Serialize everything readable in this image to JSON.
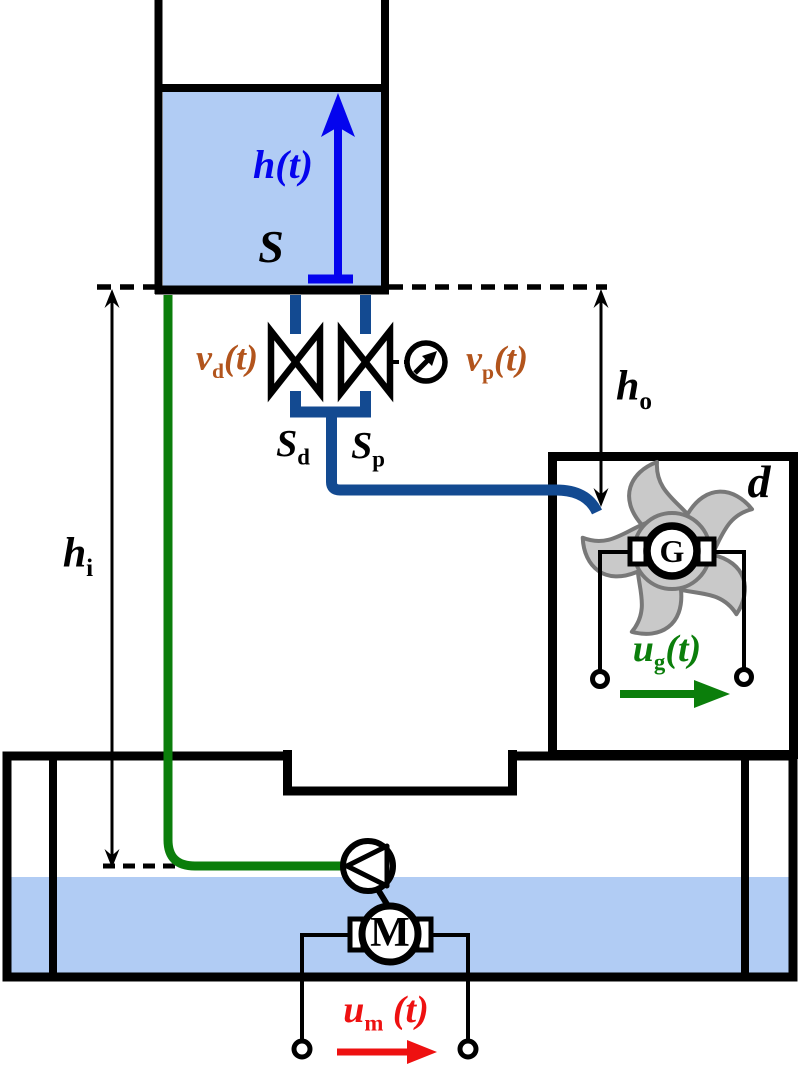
{
  "labels": {
    "h_level": {
      "main": "h",
      "suffix": "(t)"
    },
    "surface": {
      "main": "S"
    },
    "valve_d": {
      "main": "v",
      "sub": "d",
      "suffix": "(t)"
    },
    "valve_p": {
      "main": "v",
      "sub": "p",
      "suffix": "(t)"
    },
    "section_d": {
      "main": "S",
      "sub": "d"
    },
    "section_p": {
      "main": "S",
      "sub": "p"
    },
    "h_in": {
      "main": "h",
      "sub": "i"
    },
    "h_out": {
      "main": "h",
      "sub": "o"
    },
    "disturbance": {
      "main": "d"
    },
    "generator": {
      "main": "G"
    },
    "motor": {
      "main": "M"
    },
    "u_gen": {
      "main": "u",
      "sub": "g",
      "suffix": "(t)"
    },
    "u_mot": {
      "main": "u",
      "sub": "m",
      "suffix": " (t)"
    }
  },
  "colors": {
    "water": "#b1ccf4",
    "pipe_blue": "#134a91",
    "level_arrow_blue": "#0404ee",
    "inlet_pipe_green": "#0b7e0b",
    "valve_label_brown": "#b2541c",
    "motor_voltage_red": "#ee1111",
    "turbine_fill_gray": "#c9c9c9",
    "turbine_stroke_gray": "#787878",
    "outline_black": "#000000"
  }
}
